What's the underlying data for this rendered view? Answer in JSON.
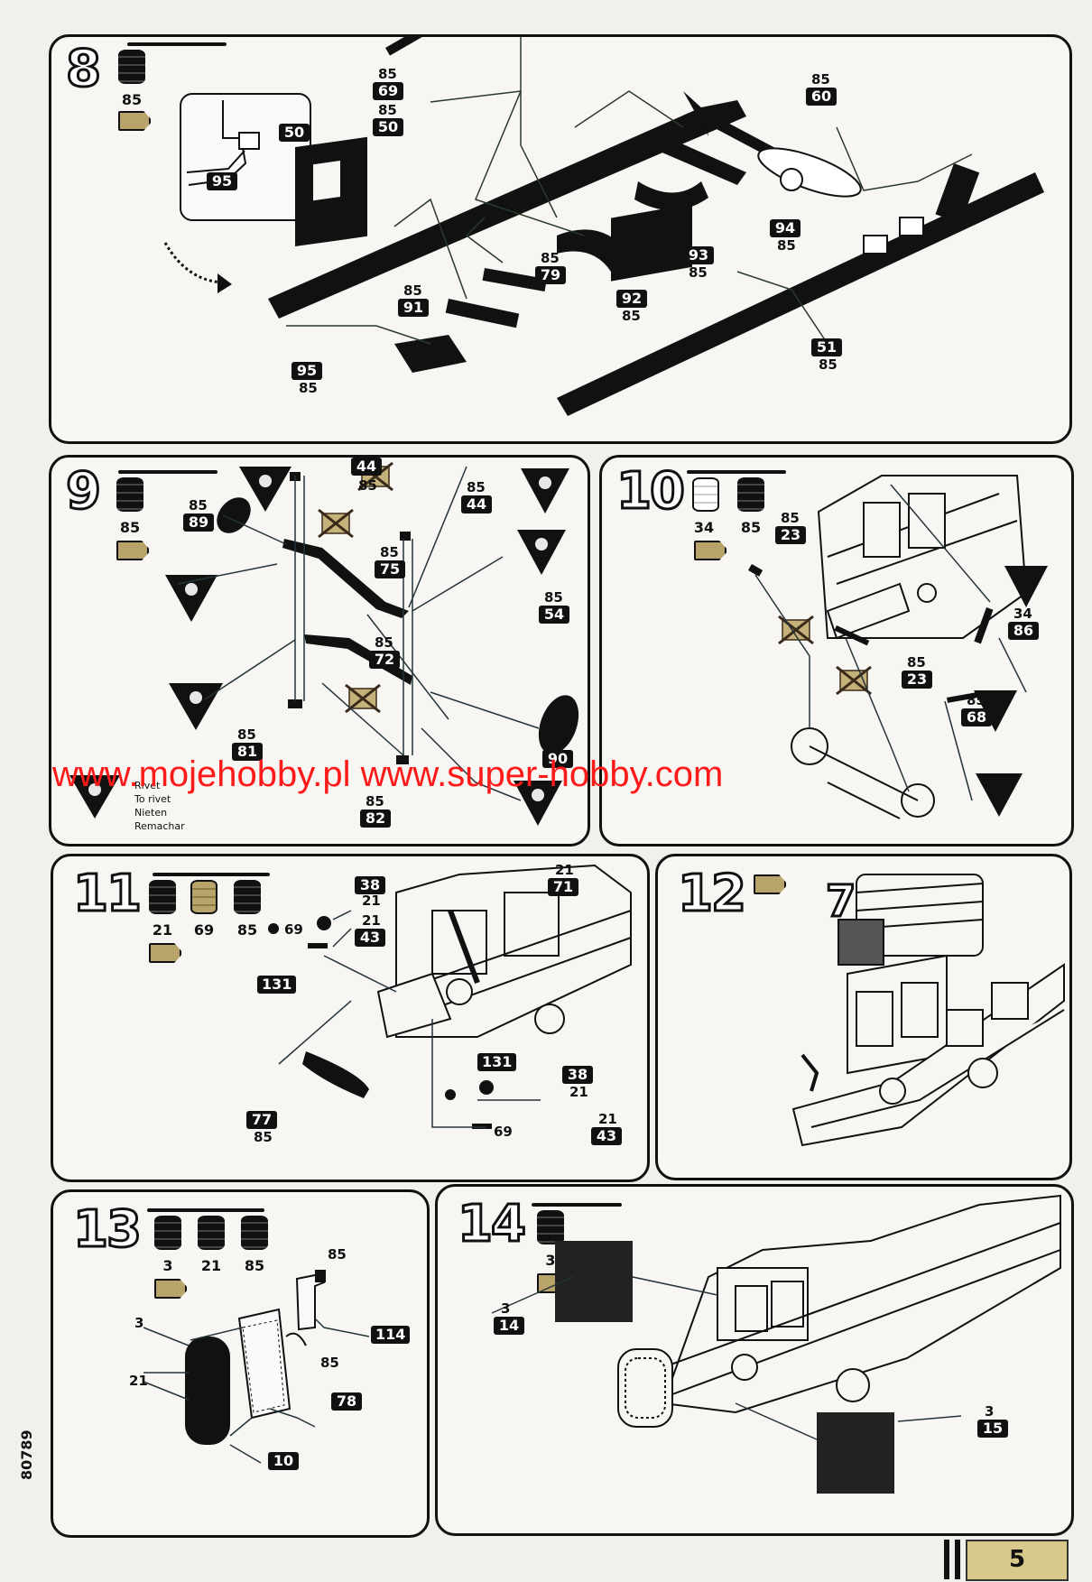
{
  "page": {
    "code": "80789",
    "page_number": "5"
  },
  "watermark": "www.mojehobby.pl www.super-hobby.com",
  "rivet_legend": [
    "Rivet",
    "To rivet",
    "Nieten",
    "Remachar"
  ],
  "steps": {
    "s8": {
      "number": "8",
      "paint": [
        "85"
      ],
      "tags": {
        "t69": "69",
        "t50a": "50",
        "t50b": "50",
        "t60": "60",
        "t95inset": "95",
        "t79": "79",
        "t91": "91",
        "t92": "92",
        "t93": "93",
        "t94": "94",
        "t95": "95",
        "t51": "51"
      },
      "labels": {
        "l85_69": "85",
        "l85_50": "85",
        "l85_60": "85",
        "l85_79": "85",
        "l85_91": "85",
        "l85_92": "85",
        "l85_93": "85",
        "l85_94": "85",
        "l85_95": "85",
        "l85_51": "85"
      }
    },
    "s9": {
      "number": "9",
      "paint": [
        "85"
      ],
      "tags": {
        "t44a": "44",
        "t89": "89",
        "t44b": "44",
        "t75": "75",
        "t54": "54",
        "t72": "72",
        "t81": "81",
        "t90": "90",
        "t82": "82"
      },
      "labels": {
        "l85_44a": "85",
        "l85_89": "85",
        "l85_44b": "85",
        "l85_75": "85",
        "l85_54": "85",
        "l85_72": "85",
        "l85_81": "85",
        "l85_82": "85"
      }
    },
    "s10": {
      "number": "10",
      "paint": [
        "34",
        "85"
      ],
      "tags": {
        "t23a": "23",
        "t86": "86",
        "t23b": "23",
        "t68": "68"
      },
      "labels": {
        "l85_23a": "85",
        "l34_86": "34",
        "l85_23b": "85",
        "l85_68": "85"
      }
    },
    "s11": {
      "number": "11",
      "paint": [
        "21",
        "69",
        "85"
      ],
      "tags": {
        "t38a": "38",
        "t43a": "43",
        "t71": "71",
        "t131a": "131",
        "t77": "77",
        "t131b": "131",
        "t38b": "38",
        "t43b": "43"
      },
      "labels": {
        "l21a": "21",
        "l69a": "69",
        "l21b": "21",
        "l21_71": "21",
        "l85_77": "85",
        "l21c": "21",
        "l69b": "69",
        "l21d": "21"
      }
    },
    "s12": {
      "number": "12",
      "sub": "7"
    },
    "s13": {
      "number": "13",
      "paint": [
        "3",
        "21",
        "85"
      ],
      "tags": {
        "t114": "114",
        "t78": "78",
        "t10": "10"
      },
      "labels": {
        "l85a": "85",
        "l3": "3",
        "l85b": "85",
        "l21": "21"
      }
    },
    "s14": {
      "number": "14",
      "paint": [
        "3"
      ],
      "tags": {
        "t14": "14",
        "t15": "15"
      },
      "labels": {
        "l3a": "3",
        "l3b": "3"
      }
    }
  }
}
